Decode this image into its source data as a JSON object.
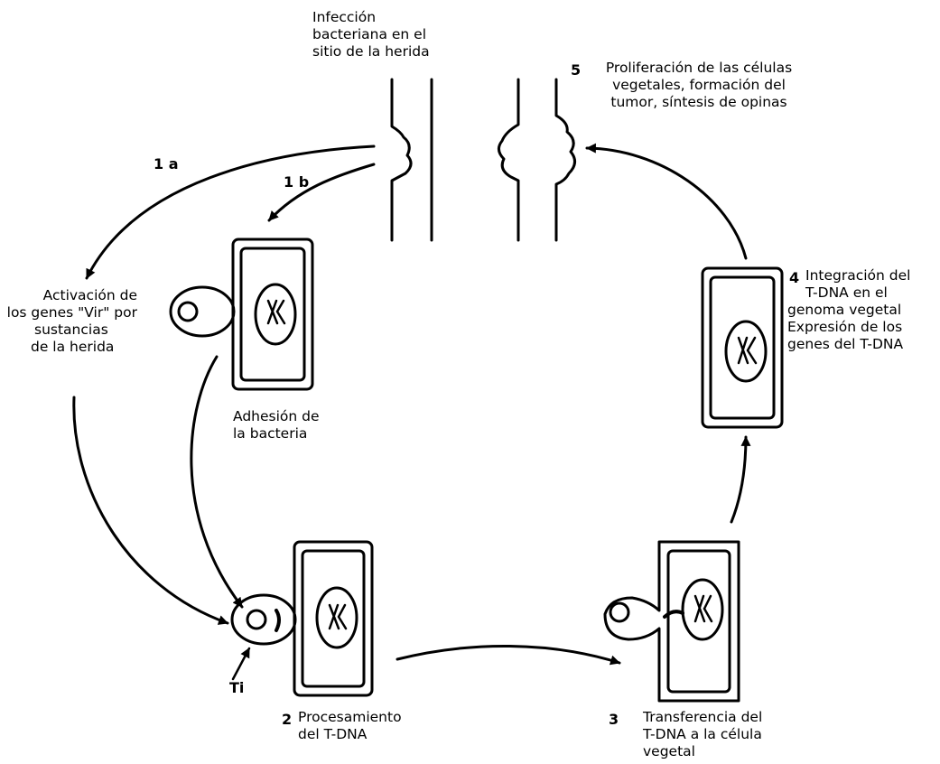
{
  "infection": [
    "Infección",
    "bacteriana en el",
    "sitio de la herida"
  ],
  "step5": {
    "number": "5",
    "lines": [
      "Proliferación de las células",
      "vegetales, formación del",
      "tumor, síntesis de opinas"
    ]
  },
  "step1a": {
    "number": "1 a"
  },
  "step1b": {
    "number": "1 b"
  },
  "activation": [
    "Activación de",
    "los genes \"Vir\" por",
    "sustancias",
    "de la herida"
  ],
  "adhesion": [
    "Adhesión de",
    "la bacteria"
  ],
  "step4": {
    "number": "4",
    "lines": [
      "Integración del",
      "T-DNA en el",
      "genoma vegetal",
      "Expresión de los",
      "genes del T-DNA"
    ]
  },
  "step2": {
    "number": "2",
    "lines": [
      "Procesamiento",
      "del T-DNA"
    ]
  },
  "step3": {
    "number": "3",
    "lines": [
      "Transferencia del",
      "T-DNA a la célula",
      "vegetal"
    ]
  },
  "ti_label": "Ti"
}
